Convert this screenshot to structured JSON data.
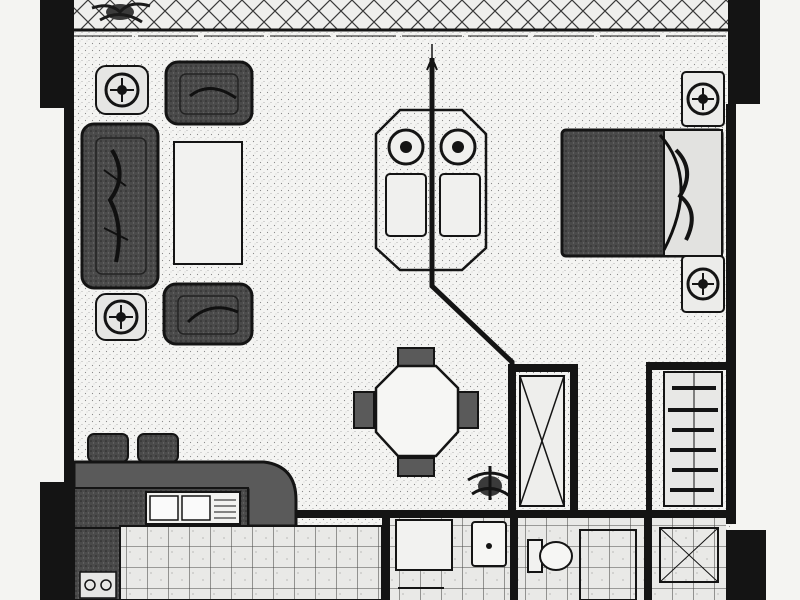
{
  "title": "",
  "labels": [],
  "palette": {
    "paper": "#f4f4f2",
    "stipple": "#8a8a8a",
    "ink": "#141414",
    "dark_fill": "#3c3c3c",
    "mid_fill": "#6a6a6a",
    "light_fill": "#ebebea",
    "tile_line": "#4a4a4a"
  },
  "rooms": [
    {
      "name": "balcony",
      "pattern": "diamond-lattice"
    },
    {
      "name": "living-area",
      "pattern": "stipple"
    },
    {
      "name": "dining-area",
      "pattern": "stipple"
    },
    {
      "name": "sleeping-area",
      "pattern": "stipple"
    },
    {
      "name": "kitchen",
      "pattern": "square-tiles"
    },
    {
      "name": "bathroom",
      "pattern": "square-tiles"
    },
    {
      "name": "laundry",
      "pattern": "square-tiles"
    }
  ],
  "furniture": [
    {
      "name": "sofa",
      "count": 1
    },
    {
      "name": "armchair",
      "count": 2
    },
    {
      "name": "side-table-lamp",
      "count": 4
    },
    {
      "name": "coffee-table",
      "count": 1
    },
    {
      "name": "lounge-chair",
      "count": 2
    },
    {
      "name": "double-bed",
      "count": 1
    },
    {
      "name": "octagonal-dining-table",
      "count": 1
    },
    {
      "name": "dining-chair",
      "count": 4
    },
    {
      "name": "bar-stool",
      "count": 2
    },
    {
      "name": "double-sink",
      "count": 1
    },
    {
      "name": "basin",
      "count": 1
    },
    {
      "name": "toilet",
      "count": 1
    },
    {
      "name": "potted-plant",
      "count": 2
    },
    {
      "name": "wardrobe",
      "count": 1
    }
  ]
}
